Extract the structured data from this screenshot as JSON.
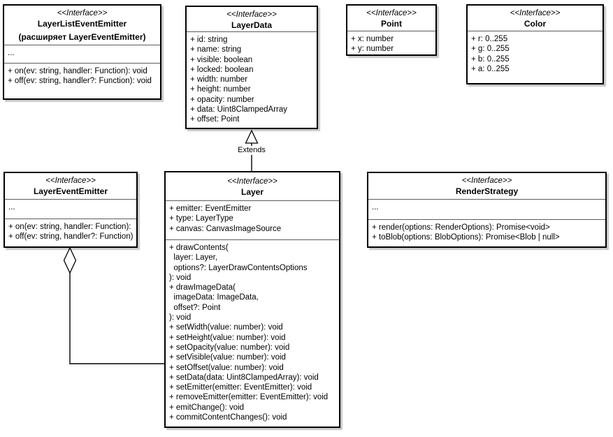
{
  "canvas": {
    "background_color": "#ffffff",
    "stroke_color": "#000000",
    "box_fill_color": "#ffffff"
  },
  "classes": [
    {
      "stereotype": "<<Interface>>",
      "name": "LayerListEventEmitter",
      "subtitle": "(расширяет LayerEventEmitter)",
      "placeholder": "...",
      "attributes": [],
      "methods": [
        "+ on(ev: string, handler: Function): void",
        "+ off(ev: string, handler?: Function): void"
      ]
    },
    {
      "stereotype": "<<Interface>>",
      "name": "LayerData",
      "attributes": [
        "+ id: string",
        "+ name: string",
        "+ visible: boolean",
        "+ locked: boolean",
        "+ width: number",
        "+ height: number",
        "+ opacity: number",
        "+ data: Uint8ClampedArray",
        "+ offset: Point"
      ],
      "methods": []
    },
    {
      "stereotype": "<<Interface>>",
      "name": "Point",
      "attributes": [
        "+ x: number",
        "+ y: number"
      ],
      "methods": []
    },
    {
      "stereotype": "<<Interface>>",
      "name": "Color",
      "attributes": [
        "+ r: 0..255",
        "+ g: 0..255",
        "+ b: 0..255",
        "+ a: 0..255"
      ],
      "methods": []
    },
    {
      "stereotype": "<<Interface>>",
      "name": "LayerEventEmitter",
      "placeholder": "...",
      "attributes": [],
      "methods": [
        "+ on(ev: string, handler: Function):",
        "+ off(ev: string, handler?: Function)"
      ]
    },
    {
      "stereotype": "<<Interface>>",
      "name": "Layer",
      "attributes": [
        "+ emitter: EventEmitter",
        "+ type: LayerType",
        "+ canvas: CanvasImageSource"
      ],
      "methods": [
        "+ drawContents(",
        "  layer: Layer,",
        "  options?: LayerDrawContentsOptions",
        "): void",
        "+ drawImageData(",
        "  imageData: ImageData,",
        "  offset?: Point",
        "): void",
        "+ setWidth(value: number): void",
        "+ setHeight(value: number): void",
        "+ setOpacity(value: number): void",
        "+ setVisible(value: number): void",
        "+ setOffset(value: number): void",
        "+ setData(data: Uint8ClampedArray): void",
        "+ setEmitter(emitter: EventEmitter): void",
        "+ removeEmitter(emitter: EventEmitter): void",
        "+ emitChange(): void",
        "+ commitContentChanges(): void"
      ]
    },
    {
      "stereotype": "<<Interface>>",
      "name": "RenderStrategy",
      "placeholder": "...",
      "attributes": [],
      "methods": [
        "+ render(options: RenderOptions): Promise<void>",
        "+ toBlob(options: BlobOptions): Promise<Blob | null>"
      ]
    }
  ],
  "relationships": [
    {
      "type": "generalization",
      "from": "Layer",
      "to": "LayerData",
      "label": "Extends",
      "arrowhead": "hollow-triangle"
    },
    {
      "type": "aggregation",
      "from": "LayerEventEmitter",
      "to": "Layer",
      "marker": "hollow-diamond"
    }
  ]
}
